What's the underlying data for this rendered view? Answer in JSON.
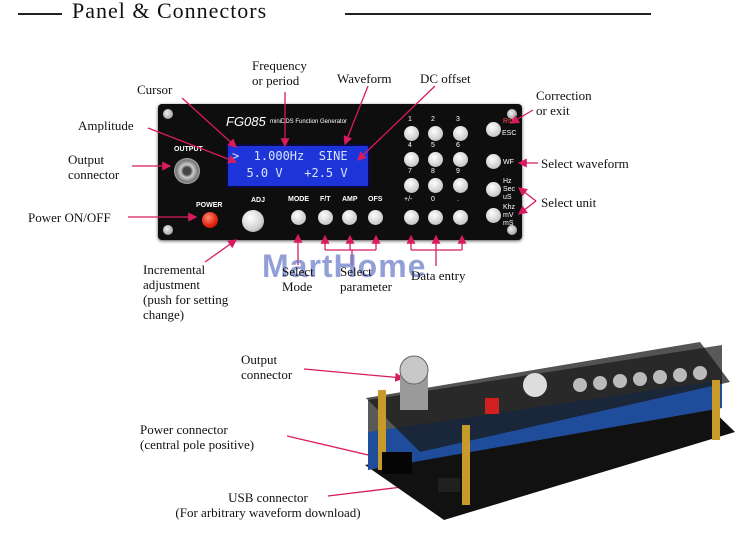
{
  "header": {
    "title": "Panel & Connectors"
  },
  "panel": {
    "model": "FG085",
    "subtitle": "miniDDS Function Generator",
    "output_label": "OUTPUT",
    "power_label": "POWER",
    "adj_label": "ADJ",
    "mode_label": "MODE",
    "ft_label": "F/T",
    "amp_label": "AMP",
    "ofs_label": "OFS",
    "lcd_line1": ">  1.000Hz  SINE",
    "lcd_line2": "  5.0 V   +2.5 V",
    "keypad": [
      "1",
      "2",
      "3",
      "4",
      "5",
      "6",
      "7",
      "8",
      "9",
      "+/-",
      "0",
      "."
    ],
    "esc_top": "Rst",
    "esc_label": "ESC",
    "wf_label": "WF",
    "unit1": [
      "Hz",
      "Sec",
      "uS"
    ],
    "unit2": [
      "Khz",
      "mV",
      "mS"
    ]
  },
  "callouts": {
    "cursor": "Cursor",
    "frequency": [
      "Frequency",
      "or period"
    ],
    "waveform": "Waveform",
    "dc_offset": "DC offset",
    "correction": [
      "Correction",
      "or exit"
    ],
    "amplitude": "Amplitude",
    "output_connector": [
      "Output",
      "connector"
    ],
    "select_waveform": "Select waveform",
    "select_unit": "Select unit",
    "power_onoff": "Power ON/OFF",
    "incremental": [
      "Incremental",
      "adjustment",
      "(push for setting",
      "change)"
    ],
    "select_mode": [
      "Select",
      "Mode"
    ],
    "select_parameter": [
      "Select",
      "parameter"
    ],
    "data_entry": "Data entry"
  },
  "watermark": "MartHome",
  "bottom_callouts": {
    "output_connector": [
      "Output",
      "connector"
    ],
    "power_connector": [
      "Power connector",
      "(central pole positive)"
    ],
    "usb_connector": [
      "USB connector",
      "(For arbitrary waveform download)"
    ]
  },
  "colors": {
    "callout_arrow": "#d81b60",
    "lcd_blue": "#1d34d8",
    "panel_black": "#0e0e0e",
    "watermark": "#6a7cc8",
    "power_button": "#e02010"
  }
}
